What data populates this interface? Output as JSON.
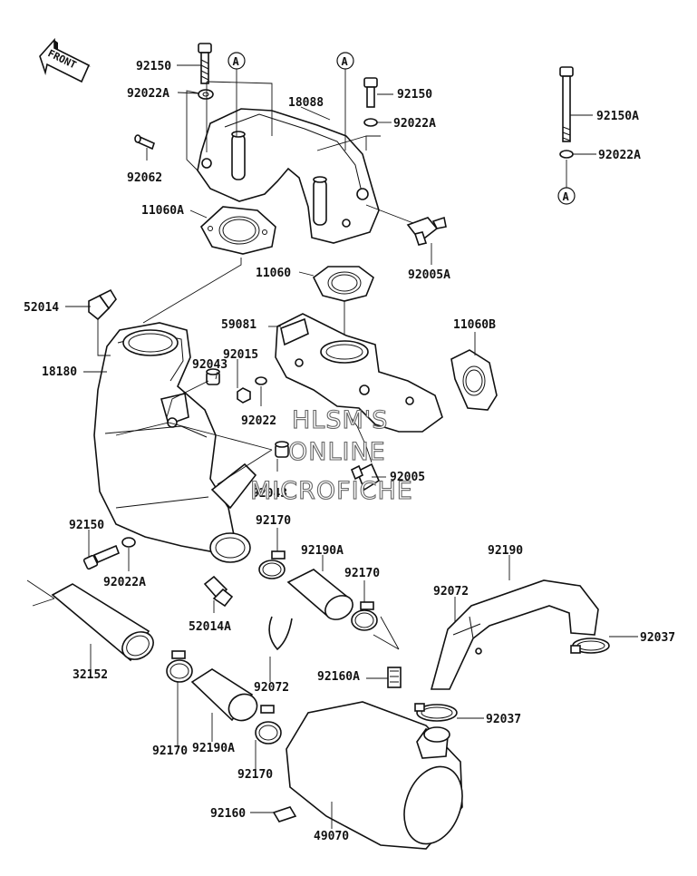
{
  "front_badge": "FRONT",
  "ref_letter": "A",
  "watermark": [
    "HLSM'S",
    "ONLINE",
    "MICROFICHE"
  ],
  "labels": {
    "p92150_top": "92150",
    "p92022A_top": "92022A",
    "p92062": "92062",
    "p18088": "18088",
    "p92150_mid": "92150",
    "p92022A_mid": "92022A",
    "p92150A": "92150A",
    "p92022A_right": "92022A",
    "p11060A": "11060A",
    "p92005A": "92005A",
    "p11060": "11060",
    "p52014": "52014",
    "p59081": "59081",
    "p11060B": "11060B",
    "p92043_top": "92043",
    "p92015": "92015",
    "p18180": "18180",
    "p92022": "92022",
    "p92005": "92005",
    "p92043_bot": "92043",
    "p92150_low": "92150",
    "p92170_a": "92170",
    "p92190": "92190",
    "p92190A_a": "92190A",
    "p92170_b": "92170",
    "p92022A_low": "92022A",
    "p92072_a": "92072",
    "p52014A": "52014A",
    "p92037_a": "92037",
    "p32152": "32152",
    "p92072_b": "92072",
    "p92160A": "92160A",
    "p92037_b": "92037",
    "p92170_c": "92170",
    "p92190A_b": "92190A",
    "p92170_d": "92170",
    "p92160": "92160",
    "p49070": "49070"
  }
}
